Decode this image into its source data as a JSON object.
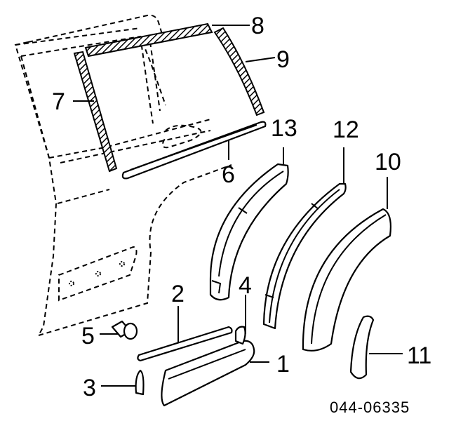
{
  "diagram": {
    "callouts": [
      {
        "id": "1",
        "label": "1"
      },
      {
        "id": "2",
        "label": "2"
      },
      {
        "id": "3",
        "label": "3"
      },
      {
        "id": "4",
        "label": "4"
      },
      {
        "id": "5",
        "label": "5"
      },
      {
        "id": "6",
        "label": "6"
      },
      {
        "id": "7",
        "label": "7"
      },
      {
        "id": "8",
        "label": "8"
      },
      {
        "id": "9",
        "label": "9"
      },
      {
        "id": "10",
        "label": "10"
      },
      {
        "id": "11",
        "label": "11"
      },
      {
        "id": "12",
        "label": "12"
      },
      {
        "id": "13",
        "label": "13"
      }
    ],
    "drawing_code": "044-06335"
  }
}
